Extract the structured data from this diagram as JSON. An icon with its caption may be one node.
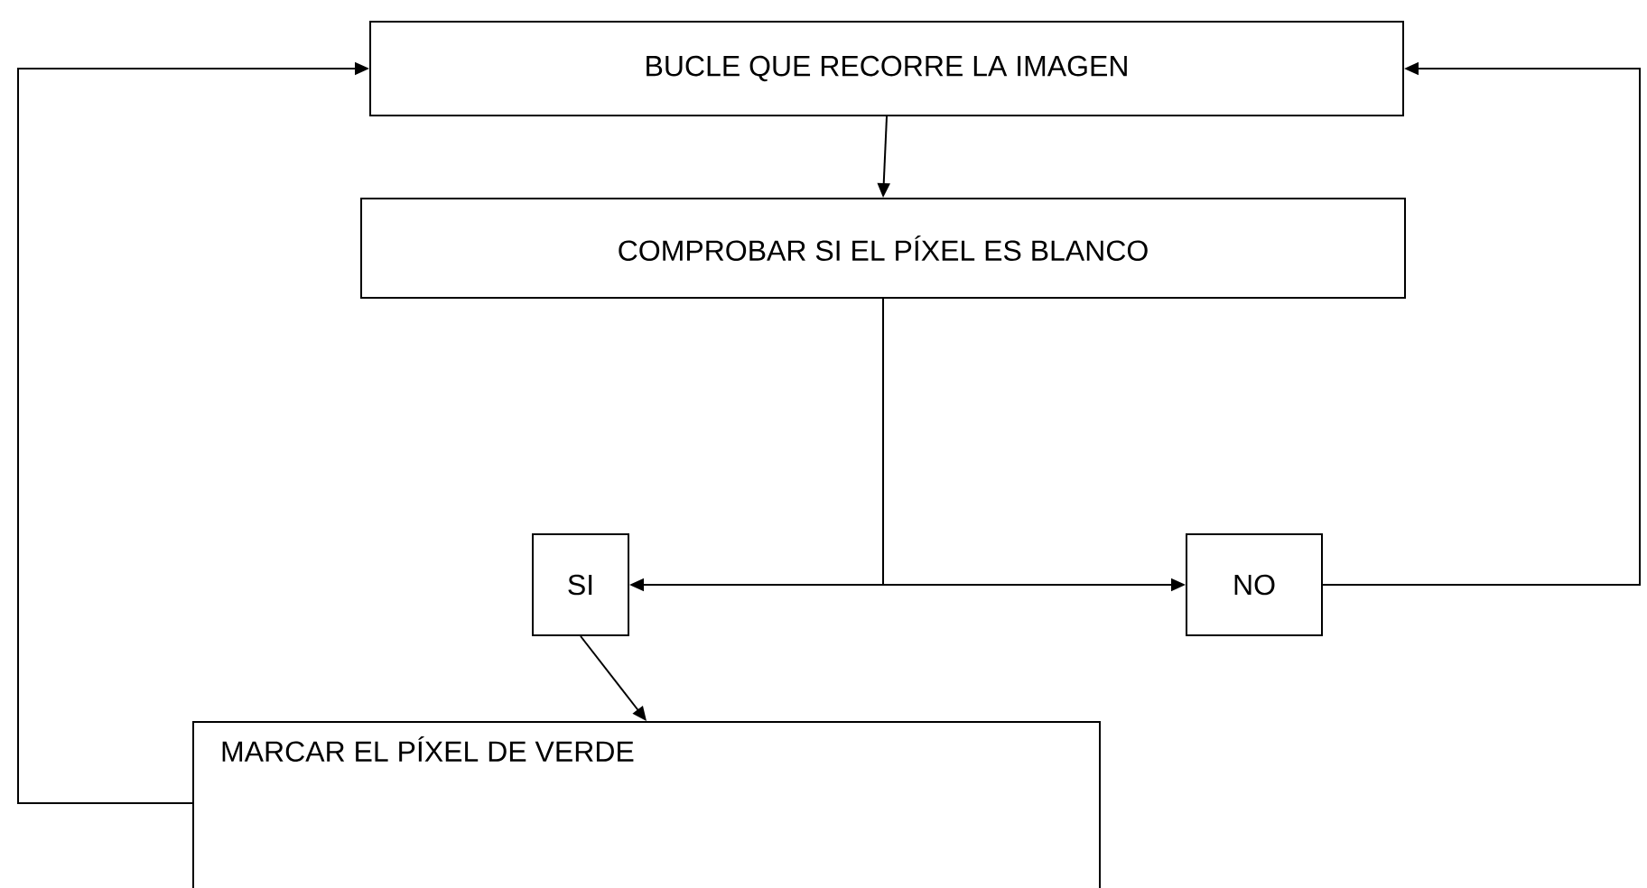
{
  "diagram": {
    "nodes": [
      {
        "text": [
          "BUCLE QUE RECORRE LA IMAGEN"
        ]
      },
      {
        "text": [
          "COMPROBAR SI EL PÍXEL ES BLANCO"
        ]
      },
      {
        "text": [
          "SI"
        ]
      },
      {
        "text": [
          "NO"
        ]
      },
      {
        "text": [
          "MARCAR EL PÍXEL DE VERDE"
        ]
      }
    ],
    "edges": [
      {
        "from": 0,
        "to": 1,
        "arrow": "to"
      },
      {
        "from": 1,
        "to": 2,
        "arrow": "to"
      },
      {
        "from": 1,
        "to": 3,
        "arrow": "to"
      },
      {
        "from": 3,
        "to": 0,
        "arrow": "to"
      },
      {
        "from": 2,
        "to": 4,
        "arrow": "to"
      },
      {
        "from": 4,
        "to": 0,
        "arrow": "to"
      }
    ]
  }
}
